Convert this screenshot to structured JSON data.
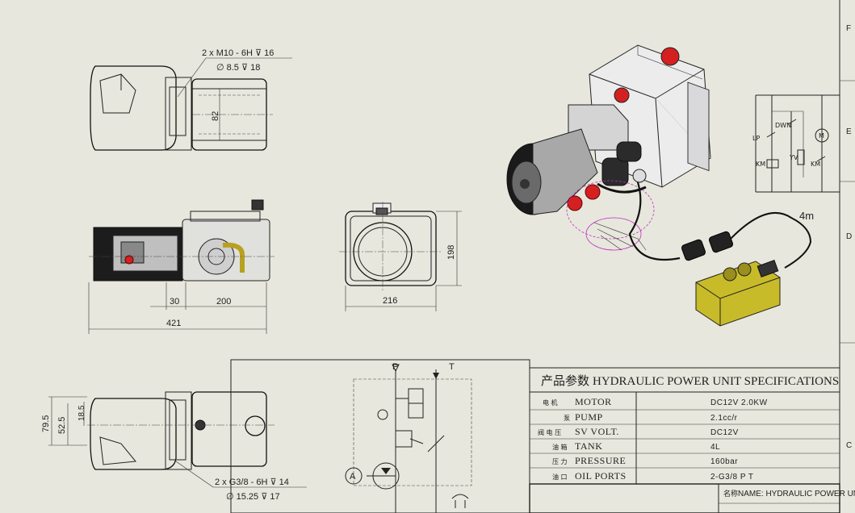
{
  "top_view": {
    "thread_callout_1": "2 x M10 - 6H ⊽ 16",
    "thread_callout_2": "∅ 8.5 ⊽ 18",
    "dim_82": "82"
  },
  "side_view": {
    "dim_30": "30",
    "dim_200": "200",
    "dim_421": "421"
  },
  "front_view": {
    "dim_216": "216",
    "dim_198": "198"
  },
  "bottom_view": {
    "dim_79_5": "79.5",
    "dim_52_5": "52.5",
    "dim_18_5": "18.5",
    "port_callout_1": "2 x G3/8 - 6H ⊽ 14",
    "port_callout_2": "∅ 15.25 ⊽ 17"
  },
  "cable_label": "4m",
  "hydraulic_schematic": {
    "port_p": "P",
    "port_t": "T",
    "pump_label": "A"
  },
  "electrical_schematic": {
    "label_lp": "LP",
    "label_dn": "DWN",
    "label_km1": "KM",
    "label_km2": "KM",
    "label_m": "M",
    "label_yv": "YV"
  },
  "spec_table": {
    "title_cn": "产品参数",
    "title_en": "HYDRAULIC POWER UNIT SPECIFICATIONS",
    "rows": [
      {
        "cn": "电 机",
        "label": "MOTOR",
        "value": "DC12V 2.0KW"
      },
      {
        "cn": "泵",
        "label": "PUMP",
        "value": "2.1cc/r"
      },
      {
        "cn": "阀 电 压",
        "label": "SV VOLT.",
        "value": "DC12V"
      },
      {
        "cn": "油 箱",
        "label": "TANK",
        "value": "4L"
      },
      {
        "cn": "压 力",
        "label": "PRESSURE",
        "value": "160bar"
      },
      {
        "cn": "油 口",
        "label": "OIL PORTS",
        "value": "2-G3/8  P  T"
      }
    ]
  },
  "title_block": {
    "name_cn": "名称",
    "name_en": "NAME: HYDRAULIC POWER UNIT"
  },
  "border_letters": [
    "F",
    "E",
    "D",
    "C"
  ],
  "colors": {
    "background": "#e7e7dd",
    "line": "#222222",
    "accent_red": "#d42020",
    "controller_yellow": "#c8bb2a",
    "magenta_circle": "#c030c0"
  }
}
